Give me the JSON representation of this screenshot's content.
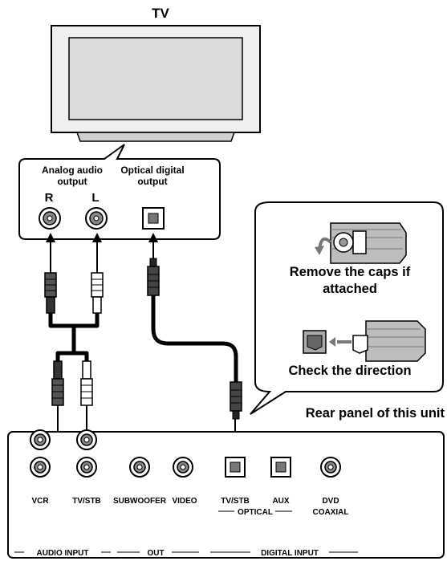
{
  "tv": {
    "title": "TV"
  },
  "tv_outputs": {
    "analog_heading": [
      "Analog audio",
      "output"
    ],
    "optical_heading": [
      "Optical digital",
      "output"
    ],
    "right": "R",
    "left": "L"
  },
  "tips": {
    "remove_caps": [
      "Remove the caps if",
      "attached"
    ],
    "check_direction": "Check the direction"
  },
  "rear_panel": {
    "title": "Rear panel of this unit",
    "jacks": {
      "vcr": "VCR",
      "tv_stb": "TV/STB",
      "subwoofer": "SUBWOOFER",
      "video": "VIDEO",
      "optical_tv_stb": "TV/STB",
      "optical_aux": "AUX",
      "dvd_coaxial": [
        "DVD",
        "COAXIAL"
      ]
    },
    "groups": {
      "optical": "OPTICAL",
      "audio_input": "AUDIO INPUT",
      "out": "OUT",
      "digital_input": "DIGITAL INPUT"
    }
  },
  "colors": {
    "line": "#000000",
    "panel": "#ffffff",
    "screen": "#d9d9d9",
    "bezel": "#e8e8e8",
    "plug_dark": "#555555"
  }
}
